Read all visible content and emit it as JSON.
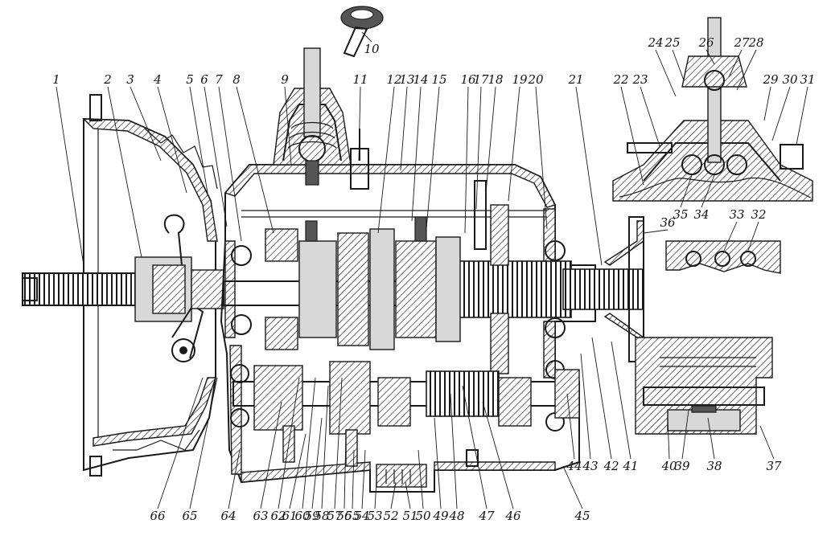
{
  "labels_top": [
    "1",
    "2",
    "3",
    "4",
    "5",
    "6",
    "7",
    "8",
    "9",
    "10",
    "11",
    "12",
    "13",
    "14",
    "15",
    "16",
    "17",
    "18",
    "19",
    "20",
    "21",
    "22",
    "23",
    "24",
    "25",
    "26",
    "27",
    "28",
    "29",
    "30",
    "31"
  ],
  "labels_right": [
    "32",
    "33",
    "34",
    "35",
    "36",
    "37",
    "38",
    "39",
    "40",
    "41",
    "42",
    "43",
    "44",
    "45"
  ],
  "labels_bottom": [
    "46",
    "47",
    "48",
    "49",
    "50",
    "51",
    "52",
    "53",
    "54",
    "55",
    "56",
    "57",
    "58",
    "59",
    "60",
    "61",
    "62",
    "63",
    "64",
    "65",
    "66"
  ]
}
